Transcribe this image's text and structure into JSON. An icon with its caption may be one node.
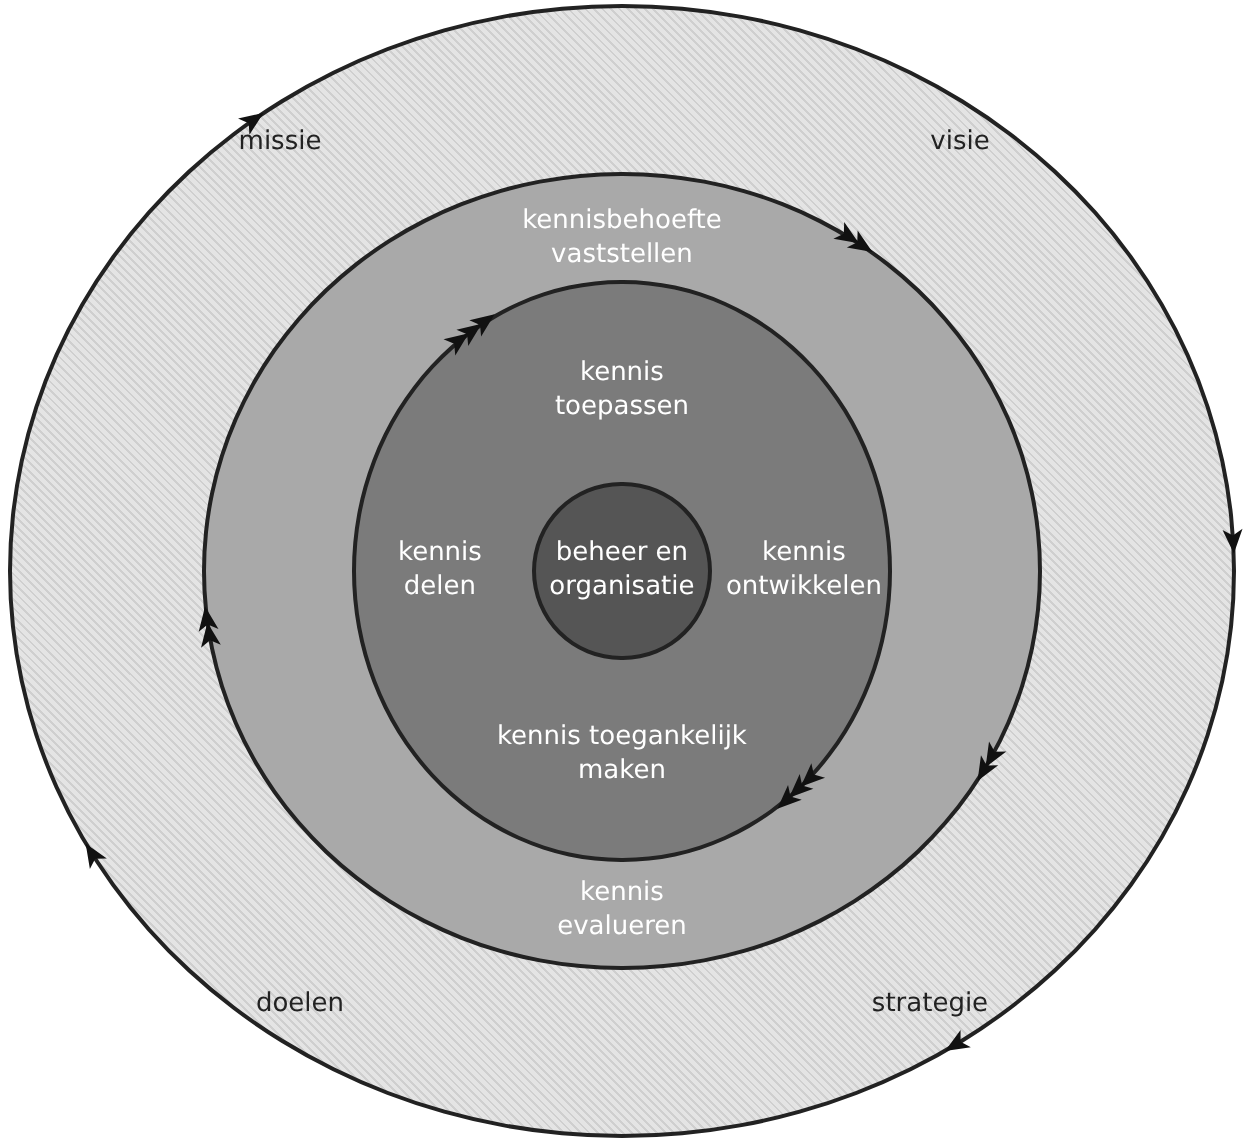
{
  "diagram": {
    "nodes": [
      {
        "text": [
          "missie",
          "visie",
          "doelen",
          "strategie"
        ]
      },
      {
        "text": [
          "kennisbehoefte vaststellen",
          "kennis evalueren"
        ],
        "in": 0
      },
      {
        "text": [
          "kennis toepassen",
          "kennis delen",
          "kennis ontwikkelen",
          "kennis toegankelijk maken"
        ],
        "in": 1
      },
      {
        "text": [
          "beheer en organisatie"
        ],
        "in": 2
      }
    ]
  }
}
